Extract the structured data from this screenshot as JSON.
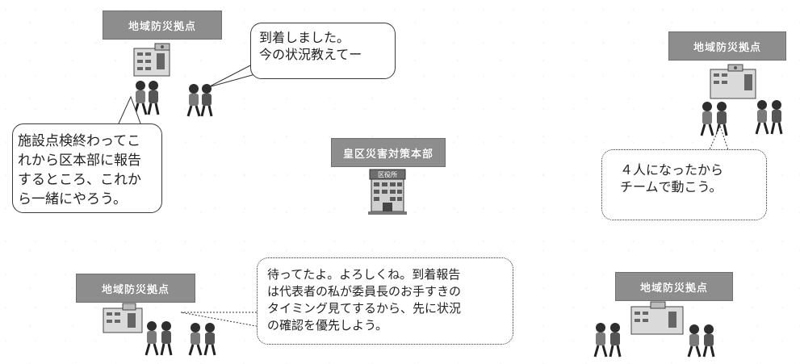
{
  "hub": {
    "label": "皇区災害対策本部",
    "building_sign": "区役所"
  },
  "stations": [
    {
      "id": "top-left",
      "label": "地域防災拠点"
    },
    {
      "id": "top-right",
      "label": "地域防災拠点"
    },
    {
      "id": "bottom-left",
      "label": "地域防災拠点"
    },
    {
      "id": "bottom-right",
      "label": "地域防災拠点"
    }
  ],
  "bubbles": {
    "arrived": "到着しました。\n今の状況教えてー",
    "inspection": "施設点検終わってこ\nれから区本部に報告\nするところ、これか\nら一緒にやろう。",
    "four_people": "４人になったから\nチームで動こう。",
    "waiting": "待ってたよ。よろしくね。到着報告\nは代表者の私が委員長のお手すきの\nタイミング見てするから、先に状況\nの確認を優先しよう。"
  },
  "colors": {
    "label_bg": "#8d8d8d",
    "person_dark": "#3a3a3a",
    "person_light": "#8a8a8a"
  }
}
